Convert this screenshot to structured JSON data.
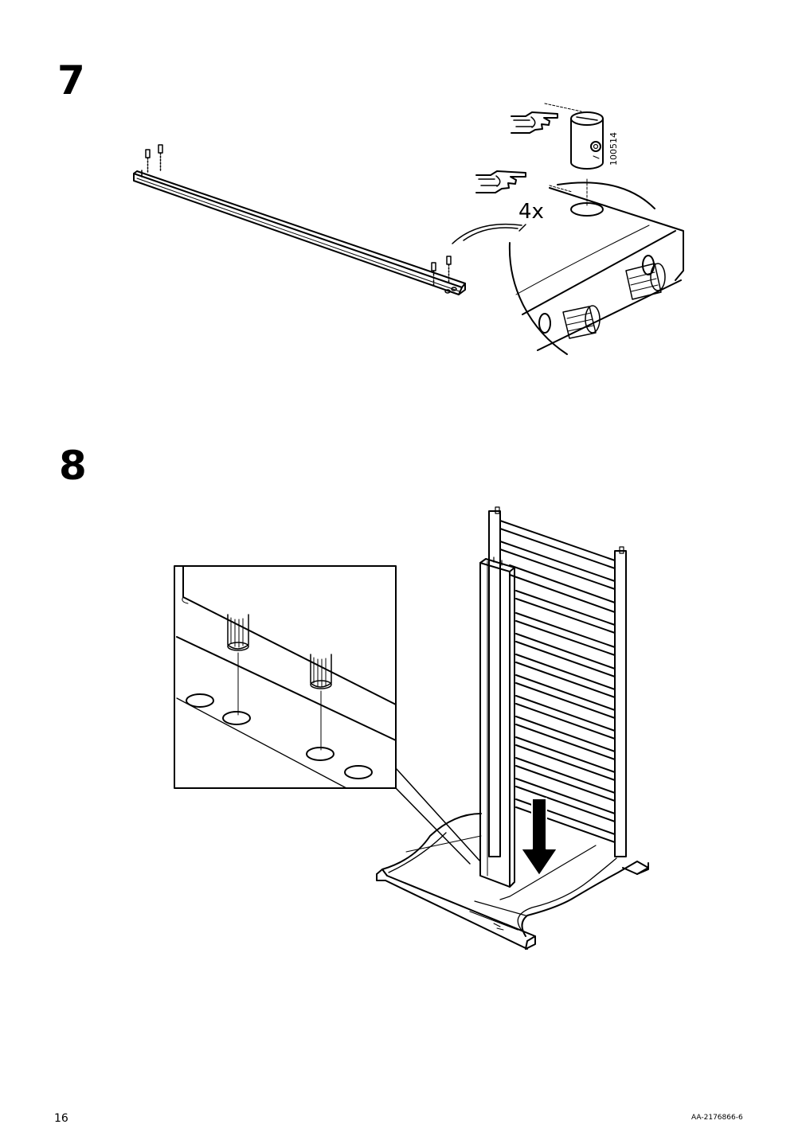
{
  "steps": [
    {
      "number": "7",
      "quantity": "4x",
      "part_number": "100514"
    },
    {
      "number": "8"
    }
  ],
  "footer": {
    "page_number": "16",
    "document_code": "AA-2176866-6"
  },
  "icons": [
    "hand-pointer-icon",
    "arrow-down-icon"
  ]
}
